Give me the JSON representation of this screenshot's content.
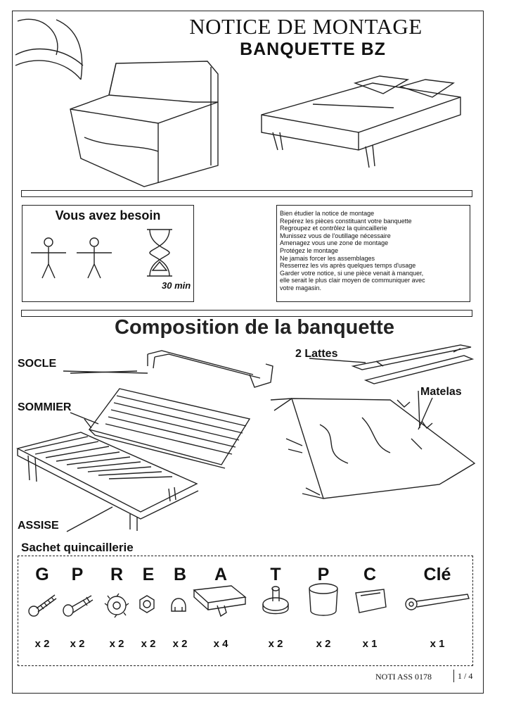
{
  "header": {
    "title": "NOTICE DE MONTAGE",
    "subtitle": "BANQUETTE  BZ"
  },
  "needs": {
    "title": "Vous avez besoin",
    "duration": "30 min"
  },
  "instructions": [
    "Bien étudier la notice de montage",
    "Repérez les pièces constituant votre banquette",
    "Regroupez et contrôlez la quincaillerie",
    "Munissez vous de l'outillage nécessaire",
    "Amenagez vous une zone de montage",
    "Protégez le montage",
    "Ne jamais forcer les assemblages",
    "Resserrez les vis après quelques temps d'usage",
    "Garder votre notice, si une pièce venait à manquer,",
    "elle serait le plus clair moyen de communiquer avec",
    "votre magasin."
  ],
  "composition": {
    "title": "Composition de la banquette",
    "labels": {
      "socle": "SOCLE",
      "lattes": "2 Lattes",
      "matelas": "Matelas",
      "sommier": "SOMMIER",
      "assise": "ASSISE"
    }
  },
  "hardware": {
    "title": "Sachet quincaillerie",
    "items": [
      {
        "letter": "G",
        "qty": "x 2",
        "icon": "screw-icon"
      },
      {
        "letter": "P",
        "qty": "x 2",
        "icon": "bolt-icon"
      },
      {
        "letter": "R",
        "qty": "x 2",
        "icon": "serrated-washer-icon"
      },
      {
        "letter": "E",
        "qty": "x 2",
        "icon": "nut-icon"
      },
      {
        "letter": "B",
        "qty": "x 2",
        "icon": "cap-nut-icon"
      },
      {
        "letter": "A",
        "qty": "x 4",
        "icon": "bracket-icon"
      },
      {
        "letter": "T",
        "qty": "x 2",
        "icon": "foot-pad-icon"
      },
      {
        "letter": "P",
        "qty": "x 2",
        "icon": "cup-icon"
      },
      {
        "letter": "C",
        "qty": "x 1",
        "icon": "clip-icon"
      },
      {
        "letter": "Clé",
        "qty": "x 1",
        "icon": "wrench-icon"
      }
    ]
  },
  "footer": {
    "reference": "NOTI ASS 0178",
    "page": "1 / 4"
  }
}
